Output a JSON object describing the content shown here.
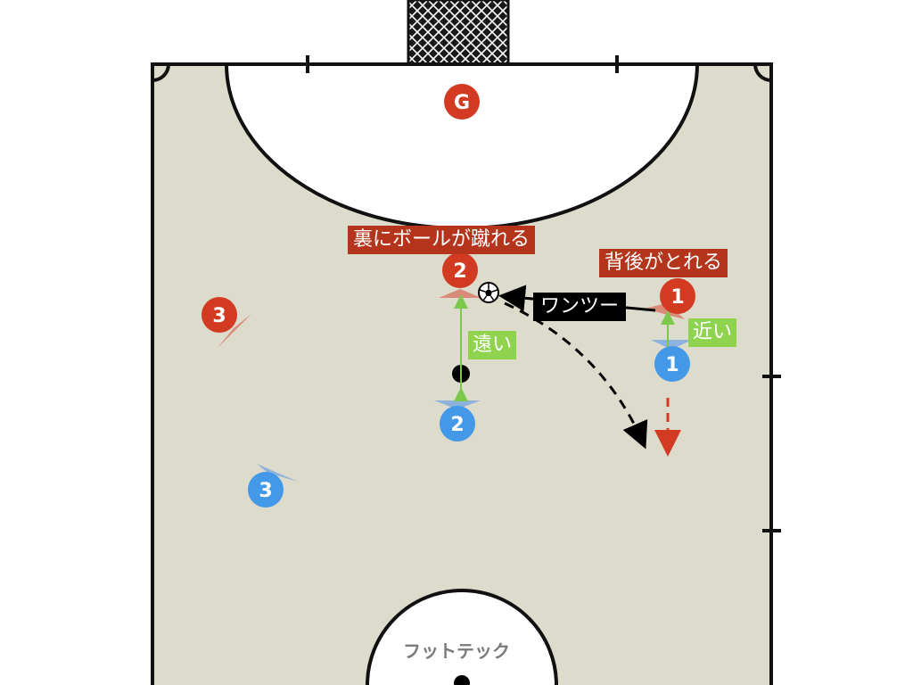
{
  "goalkeeper": "G",
  "red_players": [
    "1",
    "2",
    "3"
  ],
  "blue_players": [
    "1",
    "2",
    "3"
  ],
  "labels": {
    "behind_kick": "裏にボールが蹴れる",
    "back_take": "背後がとれる",
    "one_two": "ワンツー",
    "far": "遠い",
    "near": "近い"
  },
  "logo": "フットテック",
  "colors": {
    "court": "#dddbcb",
    "red_team": "#d33a22",
    "blue_team": "#4398e8",
    "label_red": "#b5341c",
    "label_green": "#8fd34f"
  }
}
